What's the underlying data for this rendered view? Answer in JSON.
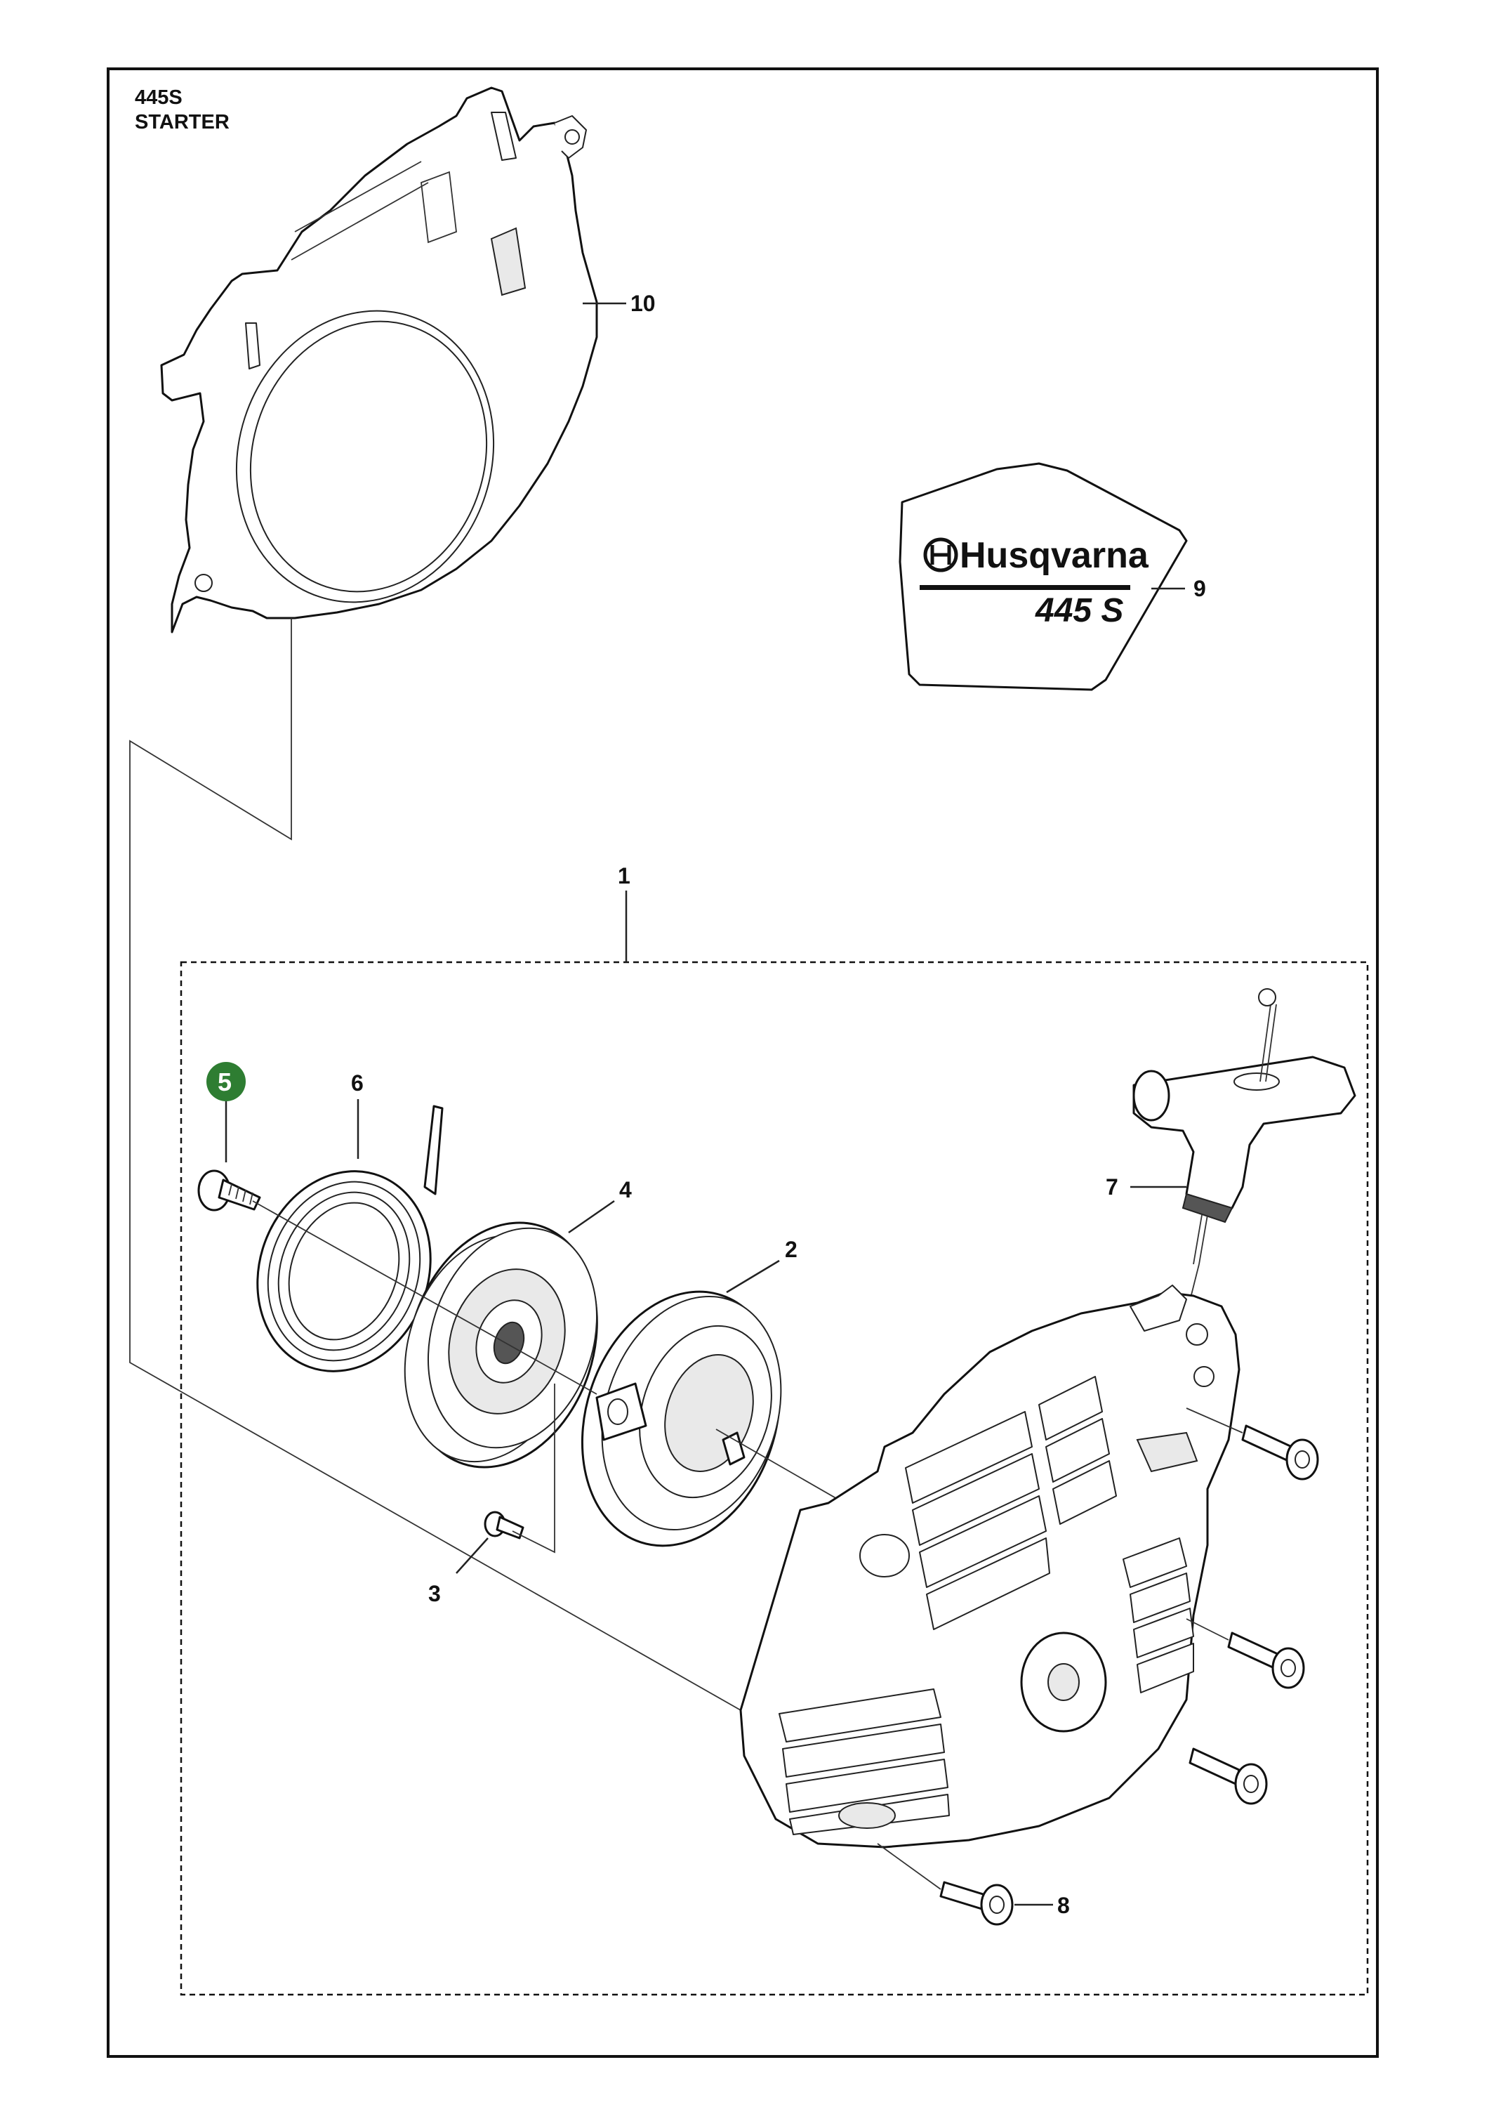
{
  "header": {
    "model": "445S",
    "section": "STARTER"
  },
  "decal": {
    "brand": "Husqvarna",
    "model": "445 S"
  },
  "callouts": {
    "c1": "1",
    "c2": "2",
    "c3": "3",
    "c4": "4",
    "c5": "5",
    "c6": "6",
    "c7": "7",
    "c8": "8",
    "c9": "9",
    "c10": "10"
  },
  "colors": {
    "badge": "#2e7d32",
    "line": "#222222"
  }
}
